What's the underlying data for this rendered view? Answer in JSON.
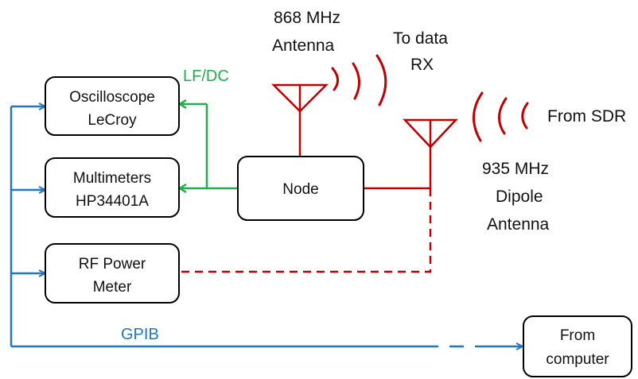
{
  "colors": {
    "green": "#1fae4b",
    "blue": "#1f78c1",
    "red": "#c00000",
    "black": "#000000"
  },
  "boxes": {
    "oscilloscope": [
      "Oscilloscope",
      "LeCroy"
    ],
    "multimeters": [
      "Multimeters",
      "HP34401A"
    ],
    "rf_power_meter": [
      "RF Power",
      "Meter"
    ],
    "node": [
      "Node"
    ],
    "computer": [
      "From",
      "computer"
    ]
  },
  "antennas": {
    "antenna_868": [
      "868 MHz",
      "Antenna"
    ],
    "antenna_935": [
      "935 MHz",
      "Dipole",
      "Antenna"
    ]
  },
  "annotations": {
    "to_data_rx": [
      "To data",
      "RX"
    ],
    "from_sdr": "From SDR"
  },
  "buses": {
    "lf_dc": "LF/DC",
    "gpib": "GPIB"
  }
}
